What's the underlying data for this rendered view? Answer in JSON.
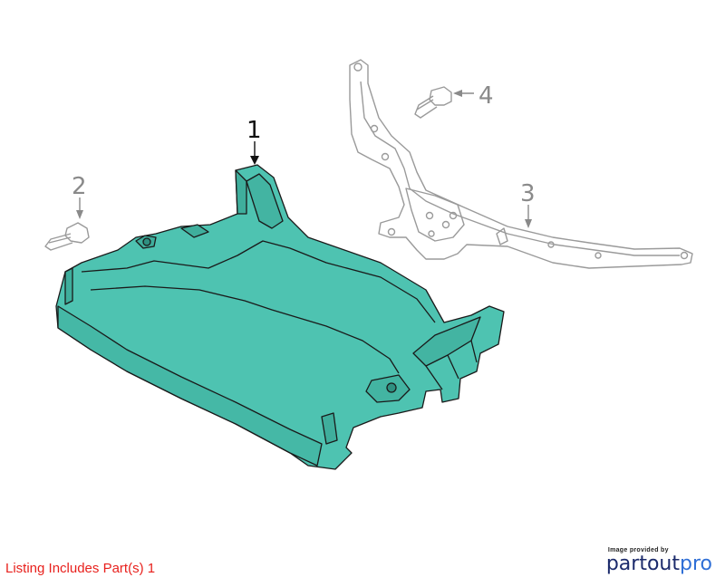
{
  "callouts": {
    "c1": "1",
    "c2": "2",
    "c3": "3",
    "c4": "4"
  },
  "footer": {
    "listing_text": "Listing Includes Part(s) 1"
  },
  "brand": {
    "provided_by": "Image provided by",
    "name_part1": "partout",
    "name_part2": "pro"
  },
  "colors": {
    "highlight_fill": "#4ec3b1",
    "outline": "#1a1a1a",
    "ghost_outline": "#9a9a9a",
    "footer_text": "#e8211d"
  }
}
